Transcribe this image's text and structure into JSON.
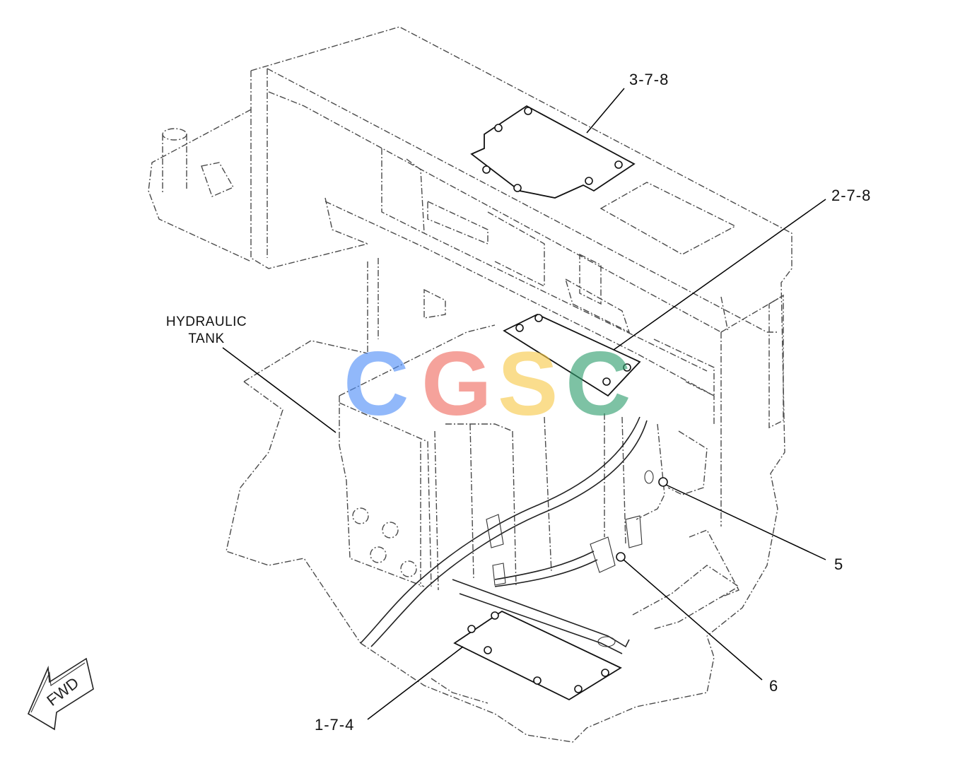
{
  "callouts": {
    "c378": "3-7-8",
    "c278": "2-7-8",
    "c5": "5",
    "c6": "6",
    "c174": "1-7-4"
  },
  "tank": {
    "line1": "HYDRAULIC",
    "line2": "TANK"
  },
  "direction": "FWD",
  "watermark": {
    "letters": [
      "C",
      "G",
      "S",
      "C"
    ],
    "colors": [
      "#4f8ef7",
      "#ef6a5e",
      "#f7c948",
      "#2e9e6e"
    ]
  }
}
